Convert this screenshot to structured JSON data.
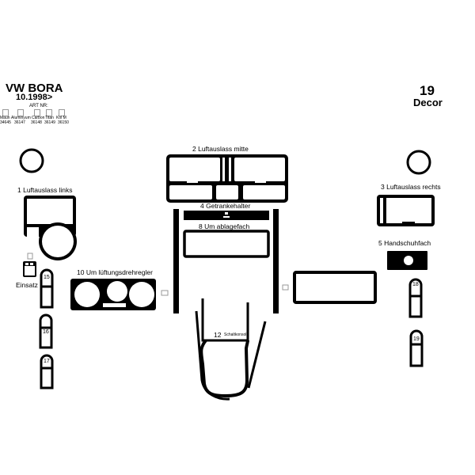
{
  "header": {
    "model": "VW BORA",
    "year": "10.1998>",
    "art_nr_label": "ART NR:",
    "variants": [
      {
        "name": "Maun",
        "code": "34645"
      },
      {
        "name": "Aluminyum",
        "code": "36147"
      },
      {
        "name": "Carbon",
        "code": "36148"
      },
      {
        "name": "Titan",
        "code": "36149"
      },
      {
        "name": "Kol M",
        "code": "36150"
      }
    ]
  },
  "badge": {
    "count": "19",
    "label": "Decor"
  },
  "parts": {
    "p1": "1  Luftauslass links",
    "p2": "2  Luftauslass mitte",
    "p3": "3 Luftauslass rechts",
    "p4": "4 Getrankehalter",
    "p5": "5  Handschuhfach",
    "p8": "8  Um ablagefach",
    "p10": "10 Um lüftungsdrehregler",
    "p12_num": "12",
    "p12_name": "Schaltkonsole",
    "einsatz": "Einsatz",
    "p15": "15",
    "p16": "16",
    "p17": "17",
    "p18": "18",
    "p19": "19"
  },
  "colors": {
    "ink": "#000000",
    "background": "#ffffff"
  }
}
